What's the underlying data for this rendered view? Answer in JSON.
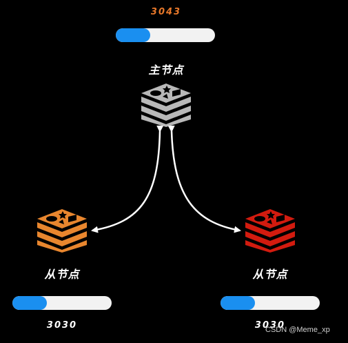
{
  "colors": {
    "background": "#000000",
    "master_accent": "#e8782a",
    "progress_fill": "#1a8ff0",
    "progress_track": "#f2f2f2",
    "master_icon": "#b8b8b8",
    "slave_left_icon": "#e8862e",
    "slave_right_icon": "#d21b0f",
    "arrow": "#ffffff"
  },
  "master": {
    "offset": "3043",
    "progress_fraction": 0.35,
    "label": "主节点",
    "icon": "redis-icon"
  },
  "slave_left": {
    "offset": "3030",
    "progress_fraction": 0.35,
    "label": "从节点",
    "icon": "redis-icon"
  },
  "slave_right": {
    "offset": "3030",
    "progress_fraction": 0.35,
    "label": "从节点",
    "icon": "redis-icon"
  },
  "watermark": "CSDN @Meme_xp"
}
